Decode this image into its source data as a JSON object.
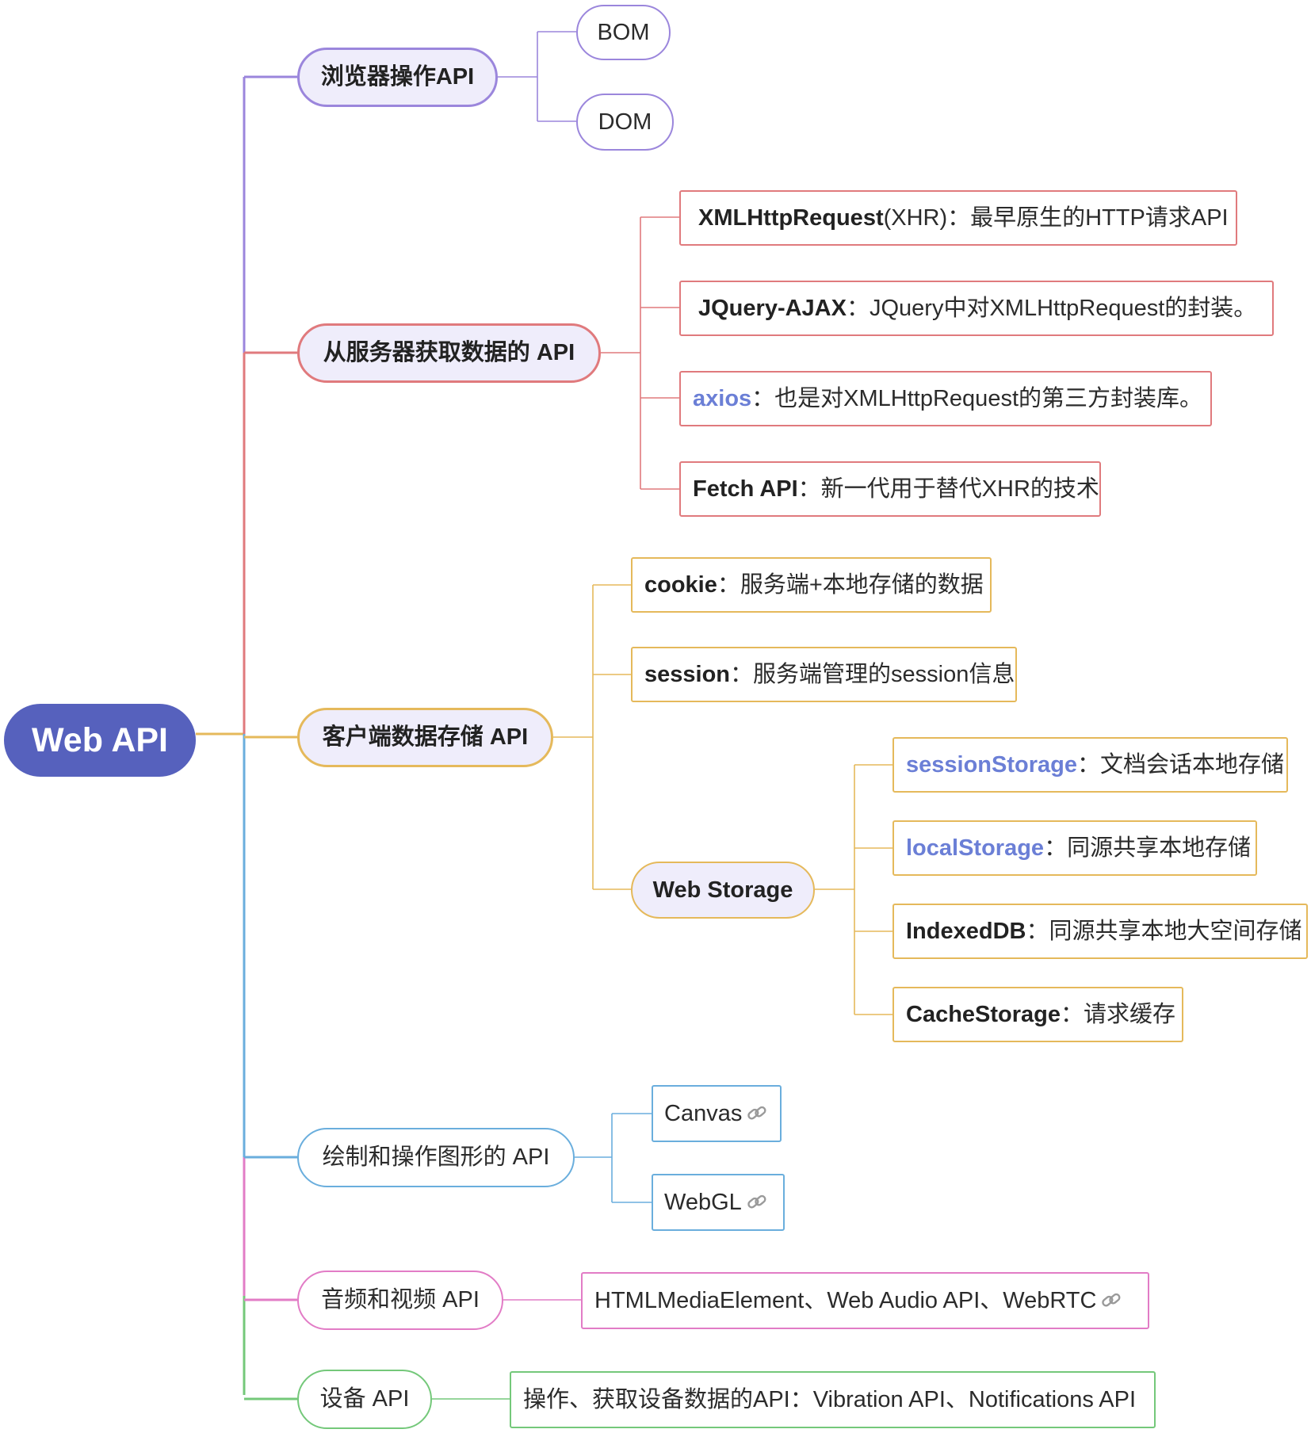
{
  "root": "Web API",
  "branches": [
    {
      "id": "browser",
      "label": "浏览器操作API",
      "color": "#9b86dc",
      "fill": "#efedfb",
      "children": [
        {
          "label": "BOM"
        },
        {
          "label": "DOM"
        }
      ]
    },
    {
      "id": "server",
      "label": "从服务器获取数据的 API",
      "color": "#e07a7d",
      "fill": "#efedfb",
      "children": [
        {
          "key": "XMLHttpRequest",
          "rest": "(XHR)：最早原生的HTTP请求API"
        },
        {
          "key": "JQuery-AJAX",
          "rest": "：JQuery中对XMLHttpRequest的封装。"
        },
        {
          "key": "axios",
          "rest": "：也是对XMLHttpRequest的第三方封装库。"
        },
        {
          "key": "Fetch API",
          "rest": "：新一代用于替代XHR的技术"
        }
      ]
    },
    {
      "id": "storage",
      "label": "客户端数据存储 API",
      "color": "#e5b95b",
      "fill": "#efedfb",
      "children": [
        {
          "key": "cookie",
          "rest": "：服务端+本地存储的数据"
        },
        {
          "key": "session",
          "rest": "：服务端管理的session信息"
        },
        {
          "label": "Web Storage",
          "children": [
            {
              "key": "sessionStorage",
              "rest": "：文档会话本地存储"
            },
            {
              "key": "localStorage",
              "rest": "：同源共享本地存储"
            },
            {
              "key": "IndexedDB",
              "rest": "：同源共享本地大空间存储"
            },
            {
              "key": "CacheStorage",
              "rest": "：请求缓存"
            }
          ]
        }
      ]
    },
    {
      "id": "graphics",
      "label": "绘制和操作图形的 API",
      "color": "#6aaedd",
      "fill": "#ffffff",
      "children": [
        {
          "label": "Canvas"
        },
        {
          "label": "WebGL"
        }
      ]
    },
    {
      "id": "media",
      "label": "音频和视频 API",
      "color": "#e27cc6",
      "fill": "#ffffff",
      "children": [
        {
          "label": "HTMLMediaElement、Web Audio API、WebRTC"
        }
      ]
    },
    {
      "id": "device",
      "label": "设备 API",
      "color": "#74c87a",
      "fill": "#ffffff",
      "children": [
        {
          "label": "操作、获取设备数据的API：Vibration API、Notifications API"
        }
      ]
    }
  ],
  "icons": {
    "link": "link-icon"
  }
}
